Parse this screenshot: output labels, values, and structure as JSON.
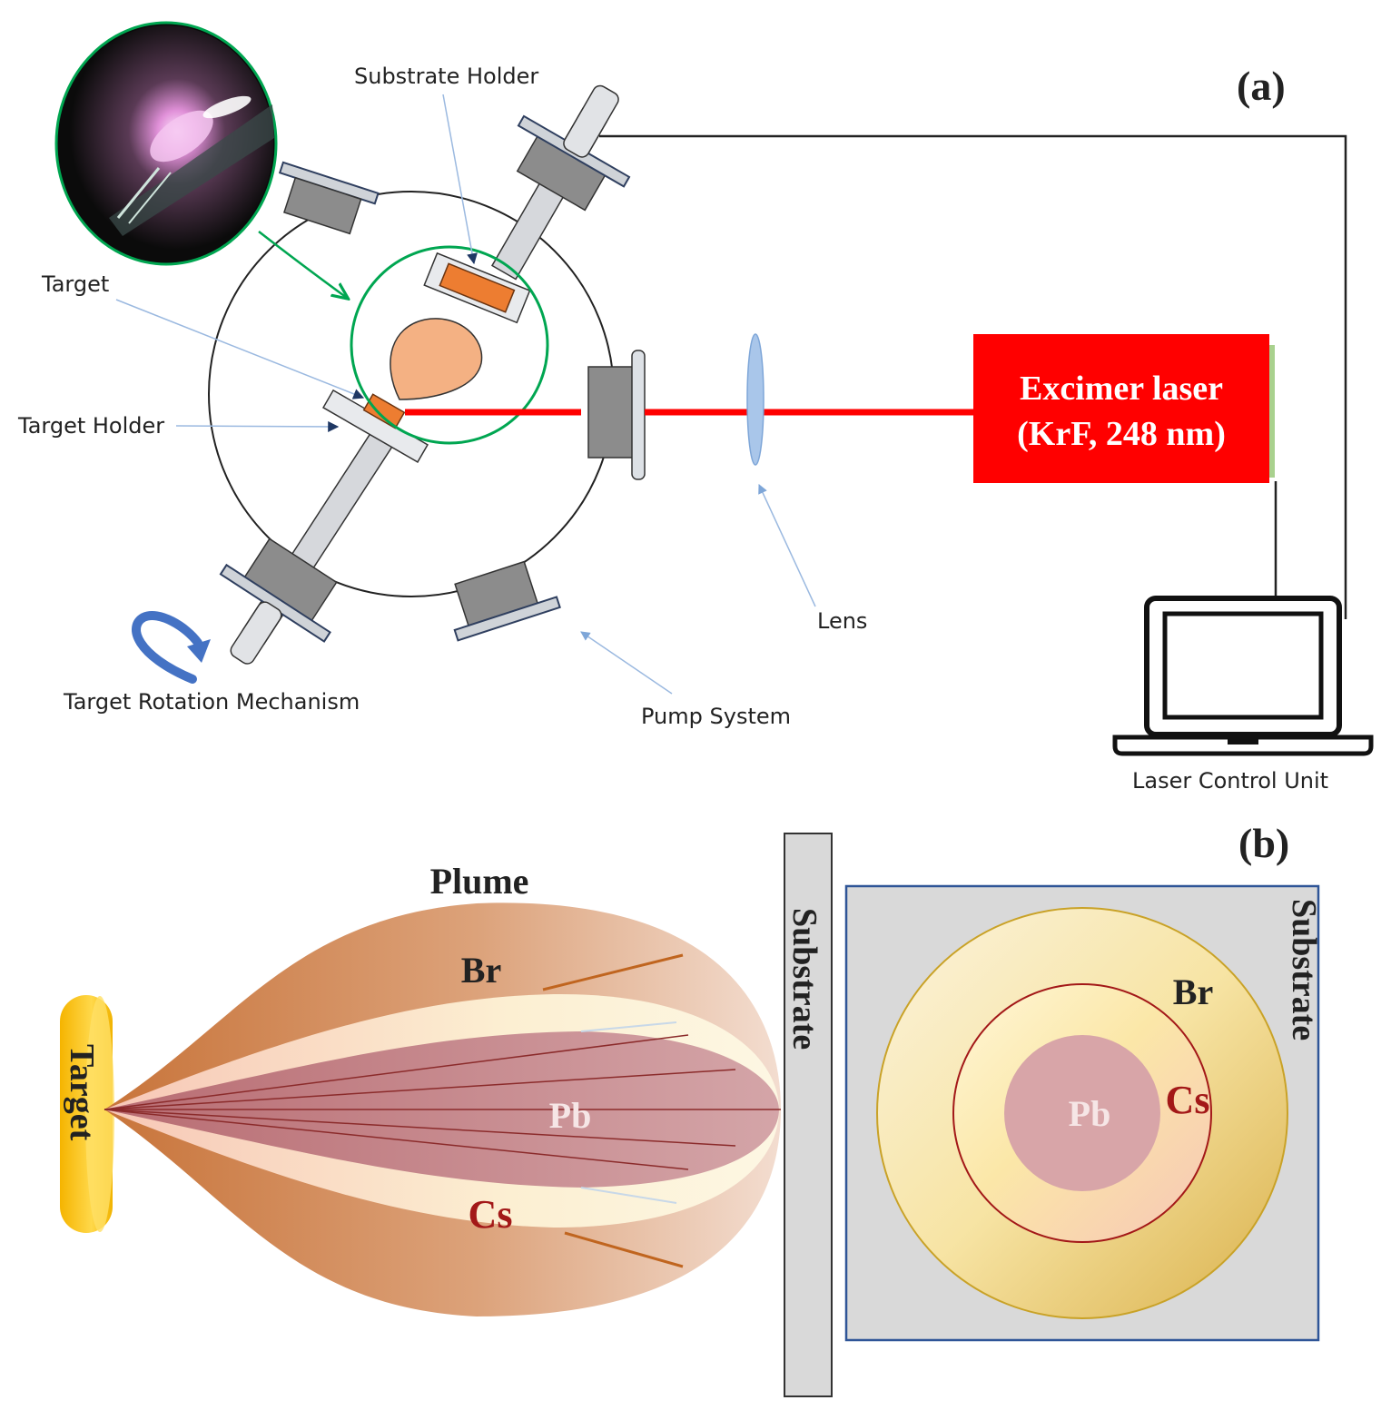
{
  "panel_a": {
    "panel_label": "(a)",
    "labels": {
      "substrate_holder": "Substrate Holder",
      "target": "Target",
      "target_holder": "Target Holder",
      "target_rotation": "Target Rotation Mechanism",
      "pump_system": "Pump System",
      "lens": "Lens",
      "laser_control": "Laser Control Unit"
    },
    "laser": {
      "line1": "Excimer laser",
      "line2": "(KrF, 248 nm)"
    }
  },
  "panel_b": {
    "panel_label": "(b)",
    "plume_title": "Plume",
    "target_label": "Target",
    "substrate_label": "Substrate",
    "plume_labels": {
      "br": "Br",
      "pb": "Pb",
      "cs": "Cs"
    },
    "deposit": {
      "substrate_label": "Substrate",
      "br": "Br",
      "cs": "Cs",
      "pb": "Pb"
    }
  },
  "colors": {
    "laser_red": "#ff0000",
    "chamber_ring": "#00a651",
    "plasma_orange": "#f4b183",
    "target_orange": "#ed7d31",
    "element_red": "#a31818",
    "target_yellow": "#f6c518",
    "deposit_border": "#2f5597"
  }
}
